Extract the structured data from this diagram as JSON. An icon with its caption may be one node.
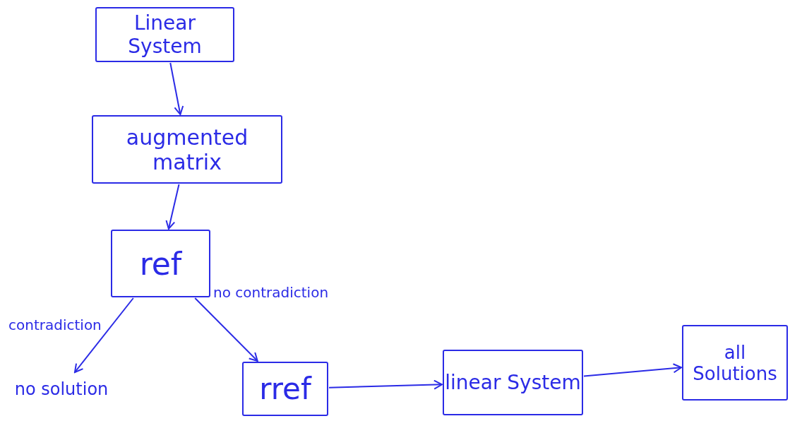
{
  "diagram": {
    "nodes": [
      {
        "text": [
          "Linear System"
        ]
      },
      {
        "text": [
          "augmented matrix"
        ]
      },
      {
        "text": [
          "ref"
        ]
      },
      {
        "text": [
          "no solution"
        ]
      },
      {
        "text": [
          "rref"
        ]
      },
      {
        "text": [
          "linear System"
        ]
      },
      {
        "text": [
          "all Solutions"
        ]
      }
    ],
    "edges": [
      {
        "from": 0,
        "to": 1,
        "arrow": "to"
      },
      {
        "from": 1,
        "to": 2,
        "arrow": "to"
      },
      {
        "from": 2,
        "to": 3,
        "arrow": "to",
        "label": "contradiction"
      },
      {
        "from": 2,
        "to": 4,
        "arrow": "to",
        "label": "no contradiction"
      },
      {
        "from": 4,
        "to": 5,
        "arrow": "to"
      },
      {
        "from": 5,
        "to": 6,
        "arrow": "to"
      }
    ]
  }
}
